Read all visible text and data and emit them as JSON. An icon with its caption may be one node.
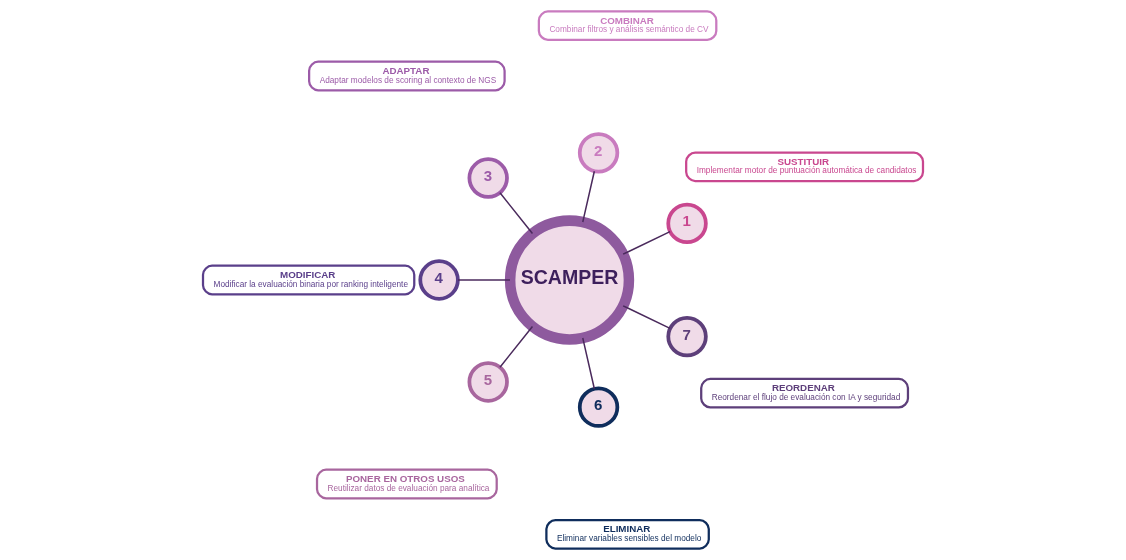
{
  "diagram": {
    "nodes": [
      {
        "text": [
          "SCAMPER"
        ]
      },
      {
        "text": [
          "1"
        ]
      },
      {
        "text": [
          "SUSTITUIR",
          "Implementar motor de puntuación automática de candidatos"
        ]
      },
      {
        "text": [
          "2"
        ]
      },
      {
        "text": [
          "COMBINAR",
          "Combinar filtros y análisis semántico de CV"
        ]
      },
      {
        "text": [
          "3"
        ]
      },
      {
        "text": [
          "ADAPTAR",
          "Adaptar modelos de scoring al contexto de NGS"
        ]
      },
      {
        "text": [
          "4"
        ]
      },
      {
        "text": [
          "MODIFICAR",
          "Modificar la evaluación binaria por ranking inteligente"
        ]
      },
      {
        "text": [
          "5"
        ]
      },
      {
        "text": [
          "PONER EN OTROS USOS",
          "Reutilizar datos de evaluación para analítica"
        ]
      },
      {
        "text": [
          "6"
        ]
      },
      {
        "text": [
          "ELIMINAR",
          "Eliminar variables sensibles del modelo"
        ]
      },
      {
        "text": [
          "7"
        ]
      },
      {
        "text": [
          "REORDENAR",
          "Reordenar el flujo de evaluación con IA y seguridad"
        ]
      }
    ],
    "edges": [
      {
        "from": 0,
        "to": 1,
        "arrow": "none"
      },
      {
        "from": 0,
        "to": 3,
        "arrow": "none"
      },
      {
        "from": 0,
        "to": 5,
        "arrow": "none"
      },
      {
        "from": 0,
        "to": 7,
        "arrow": "none"
      },
      {
        "from": 0,
        "to": 9,
        "arrow": "none"
      },
      {
        "from": 0,
        "to": 11,
        "arrow": "none"
      },
      {
        "from": 0,
        "to": 13,
        "arrow": "none"
      }
    ]
  }
}
